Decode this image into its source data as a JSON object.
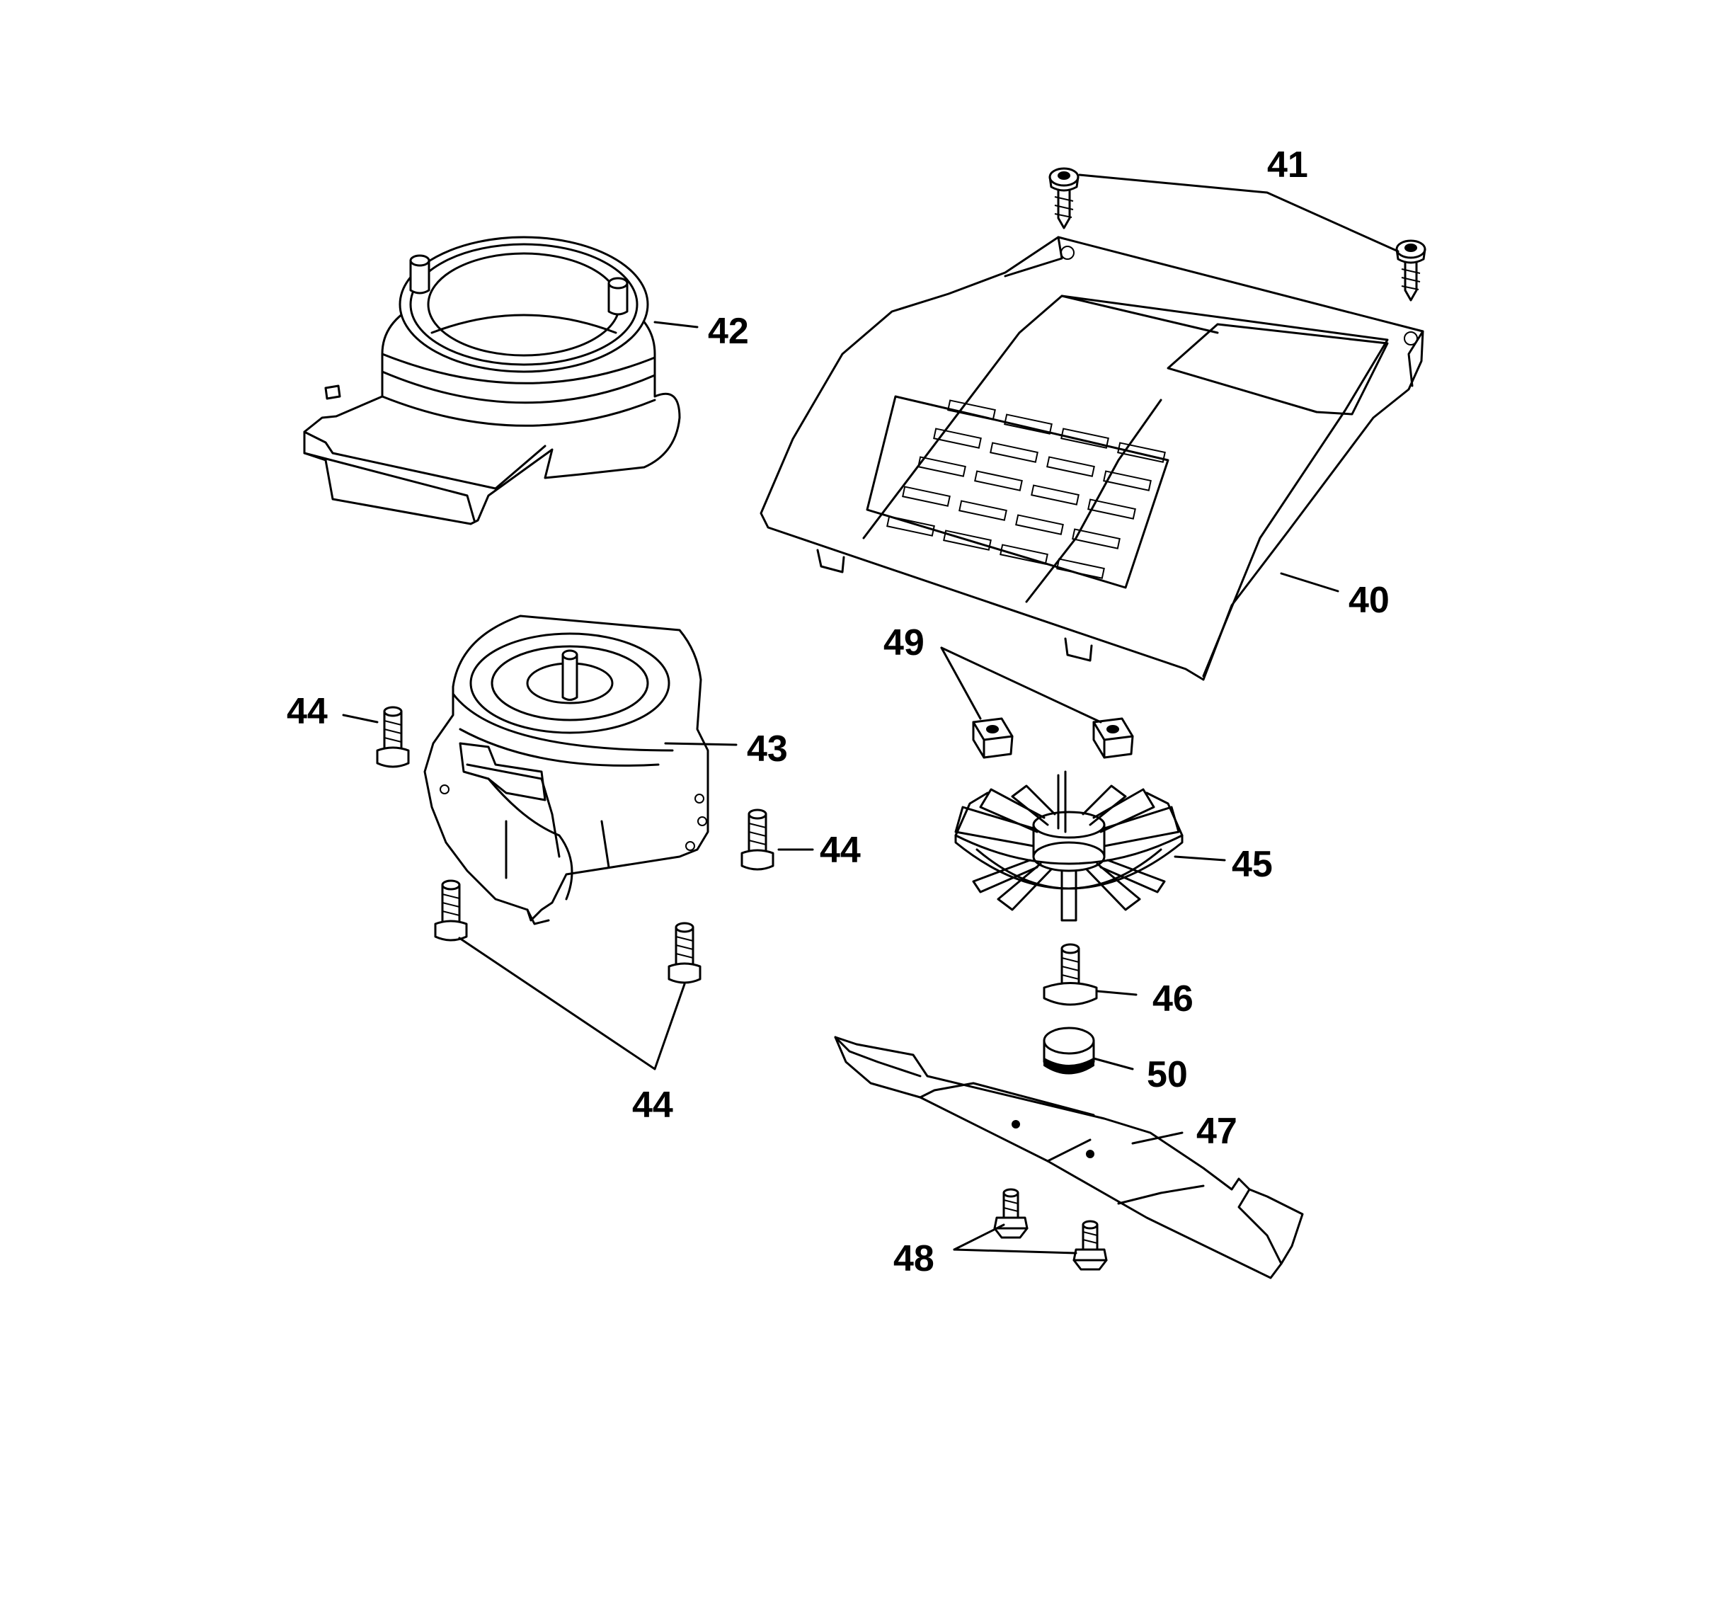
{
  "colors": {
    "ink": "#000000",
    "background": "#ffffff"
  },
  "callouts": {
    "c40": "40",
    "c41": "41",
    "c42": "42",
    "c43": "43",
    "c44a": "44",
    "c44b": "44",
    "c44c": "44",
    "c45": "45",
    "c46": "46",
    "c47": "47",
    "c48": "48",
    "c49": "49",
    "c50": "50"
  }
}
